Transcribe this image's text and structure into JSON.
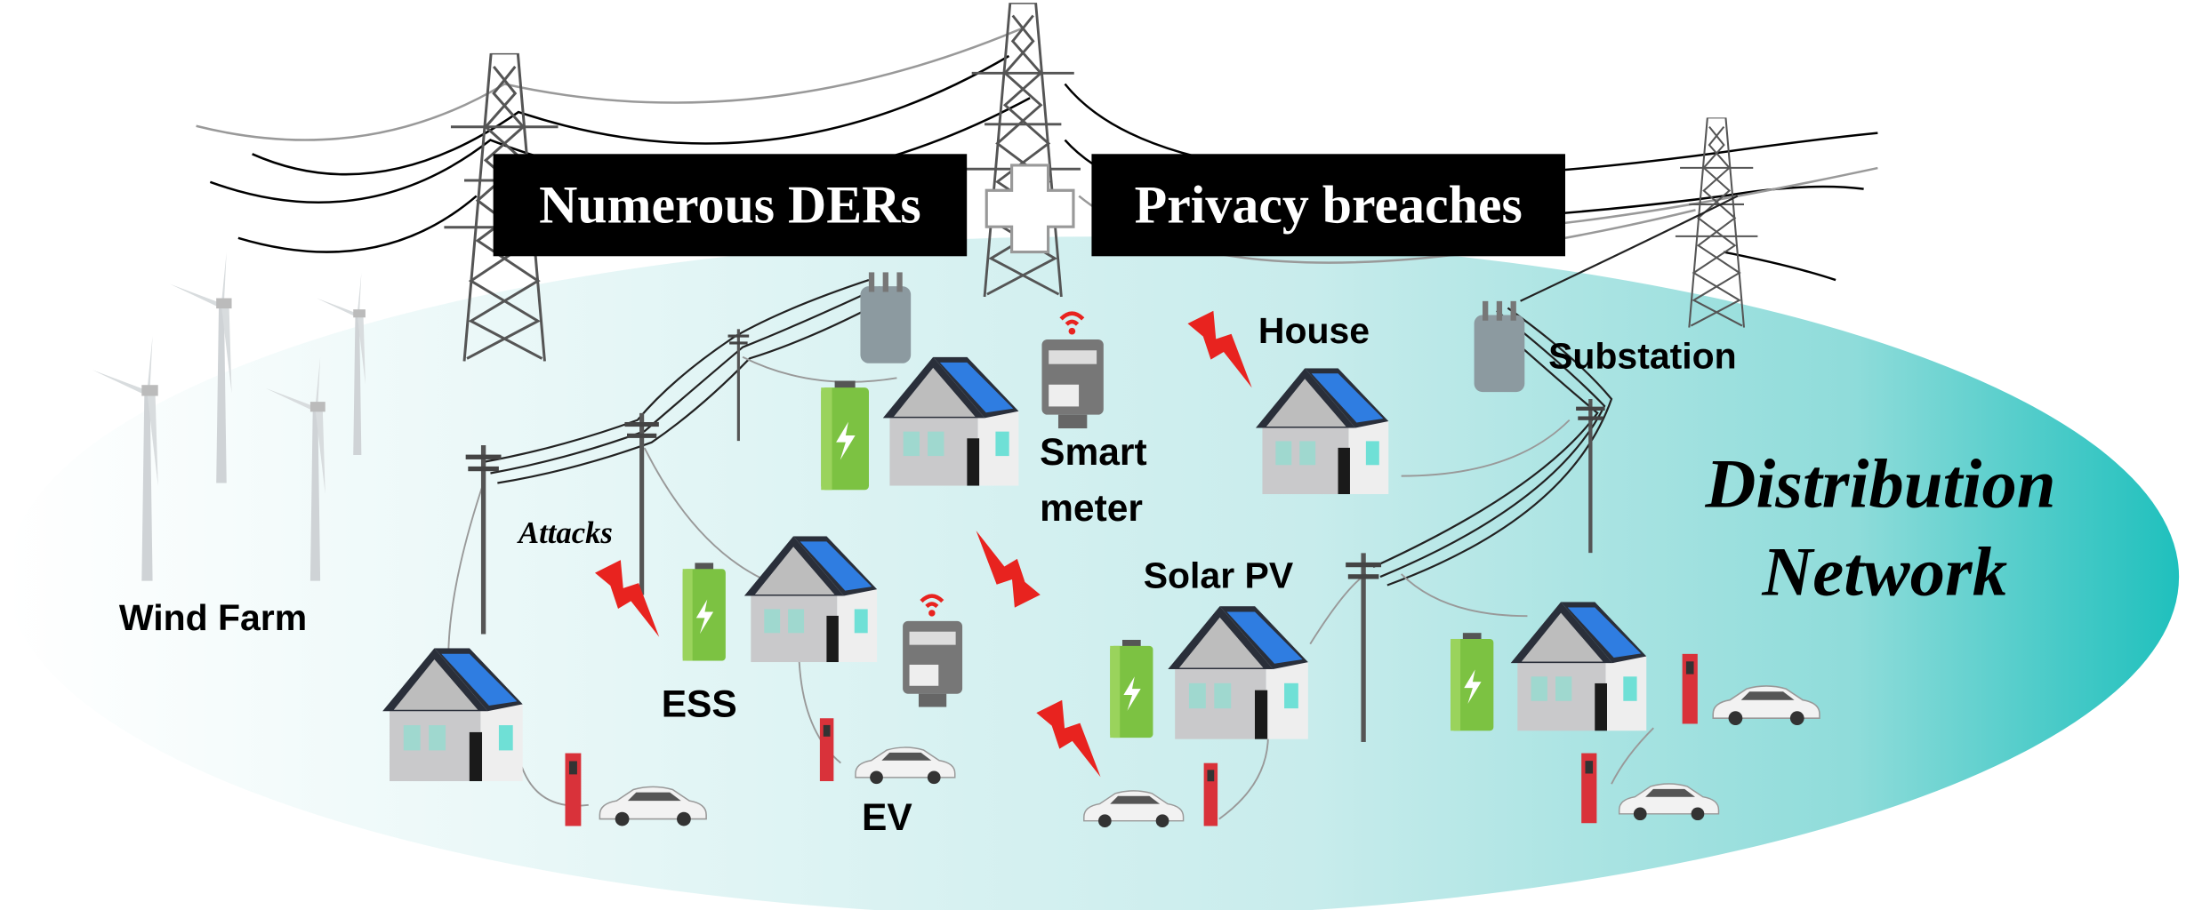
{
  "headline": {
    "left": "Numerous DERs",
    "right": "Privacy breaches",
    "joiner_icon": "plus-icon"
  },
  "labels": {
    "wind_farm": "Wind Farm",
    "house": "House",
    "substation": "Substation",
    "smart_meter_line1": "Smart",
    "smart_meter_line2": "meter",
    "attacks": "Attacks",
    "solar_pv": "Solar PV",
    "ess": "ESS",
    "ev": "EV",
    "network_line1": "Distribution",
    "network_line2": "Network"
  },
  "colors": {
    "network_gradient_start": "#ffffff",
    "network_gradient_end": "#1fc0bd",
    "attack_bolt": "#e8231f",
    "battery": "#7cc242",
    "charger": "#d9323a",
    "headline_box": "#000000"
  }
}
